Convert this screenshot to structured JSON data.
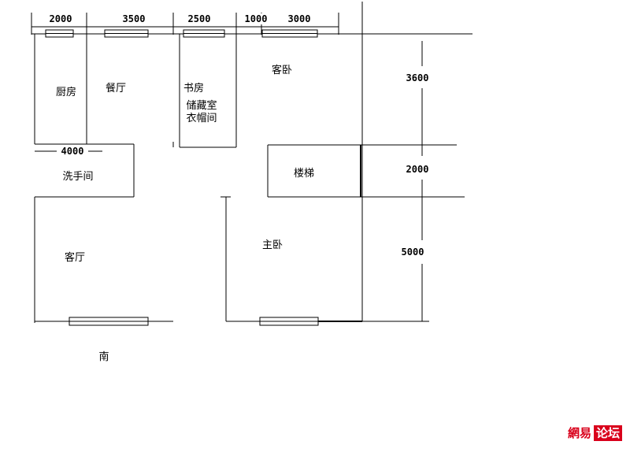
{
  "rooms": {
    "kitchen": "厨房",
    "dining": "餐厅",
    "study": "书房",
    "storage": "储藏室",
    "closet": "衣帽间",
    "guest_bedroom": "客卧",
    "bathroom": "洗手间",
    "stairs": "楼梯",
    "living_room": "客厅",
    "master_bedroom": "主卧"
  },
  "dimensions": {
    "top": [
      "2000",
      "3500",
      "2500",
      "1000",
      "3000"
    ],
    "bathroom_width": "4000",
    "right": [
      "3600",
      "2000",
      "5000"
    ]
  },
  "compass": {
    "south": "南"
  },
  "watermark": {
    "part1": "網易",
    "part2": "论坛"
  },
  "colors": {
    "lines": "#000000",
    "watermark": "#d9001b"
  }
}
